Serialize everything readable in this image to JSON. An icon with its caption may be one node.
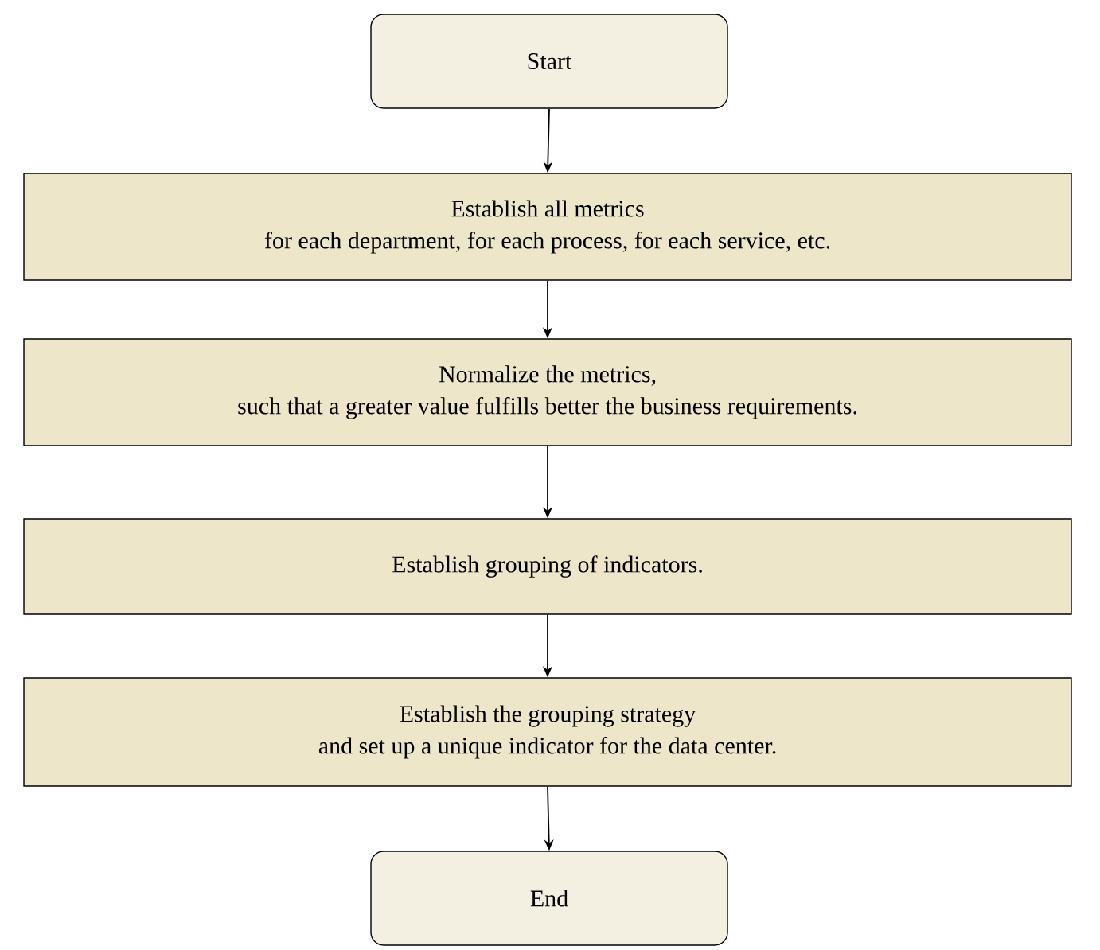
{
  "diagram": {
    "nodes": [
      {
        "text": [
          "Start"
        ]
      },
      {
        "text": [
          "Establish all metrics",
          "for each department, for each process, for each service, etc."
        ]
      },
      {
        "text": [
          "Normalize the metrics,",
          "such that a greater value fulfills better the business requirements."
        ]
      },
      {
        "text": [
          "Establish grouping of indicators."
        ]
      },
      {
        "text": [
          "Establish the grouping strategy",
          "and set up a unique indicator for the data center."
        ]
      },
      {
        "text": [
          "End"
        ]
      }
    ],
    "edges": [
      {
        "from": 0,
        "to": 1,
        "arrow": "to"
      },
      {
        "from": 1,
        "to": 2,
        "arrow": "to"
      },
      {
        "from": 2,
        "to": 3,
        "arrow": "to"
      },
      {
        "from": 3,
        "to": 4,
        "arrow": "to"
      },
      {
        "from": 4,
        "to": 5,
        "arrow": "to"
      }
    ]
  }
}
